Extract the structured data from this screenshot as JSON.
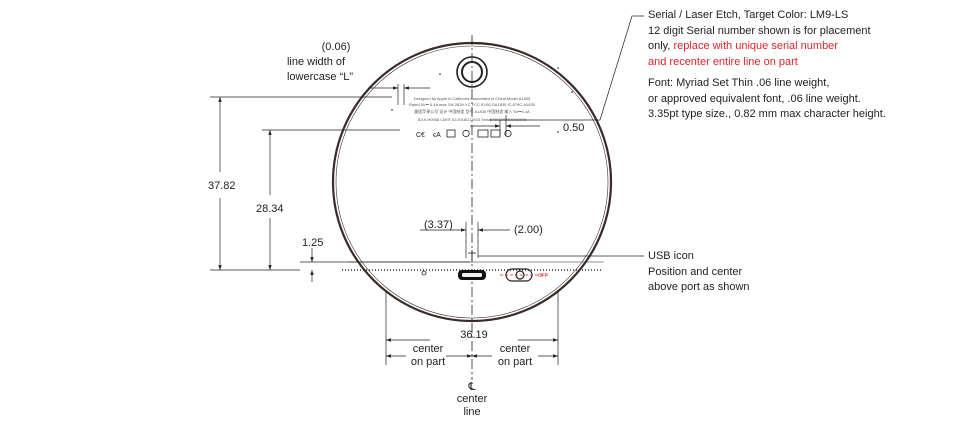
{
  "dimensions": {
    "line_width": "(0.06)",
    "line_width_label_1": "line width of",
    "line_width_label_2": "lowercase “L”",
    "offset_050": "0.50",
    "height_3782": "37.82",
    "height_2834": "28.34",
    "offset_125": "1.25",
    "offset_337": "(3.37)",
    "offset_200": "(2.00)",
    "diameter": "36.19",
    "center_on_part": [
      "center",
      "on part"
    ],
    "center_line": [
      "center",
      "line"
    ],
    "cl_symbol": "℄"
  },
  "notes": {
    "serial_title": "Serial / Laser Etch, Target Color: LM9-LS",
    "serial_line2": "12 digit Serial number shown is for placement",
    "serial_line3_a": "only, ",
    "serial_line3_b": "replace with unique serial number",
    "serial_line4": "and recenter entire line on part",
    "font_line1": "Font: Myriad Set Thin .06 line weight,",
    "font_line2": "or approved equivalent font, .06 line weight.",
    "font_line3": "3.35pt type size., 0.82 mm max character height.",
    "usb_line1": "USB icon",
    "usb_line2": "Position and center",
    "usb_line3": "above port as shown"
  },
  "etch": {
    "line1": "Designed by Apple in California  Assembled in China  Model A1835",
    "line2": "Rated 5V⎓ 0.4A max  1W  2839-YC  FCC ID:BCGA1835  IC:579C-A1835",
    "line3": "美国苹果公司 设计 中国制造 型号 A1835 中国制造 输入 5V⎓0.4A",
    "line4": "ID19-H0058  CMIIT ID:2016DJ7403  Serial:F9YXXXXXXXXXX"
  },
  "colors": {
    "red": "#d8262b",
    "line": "#222222",
    "circle": "#3a2a2a"
  }
}
